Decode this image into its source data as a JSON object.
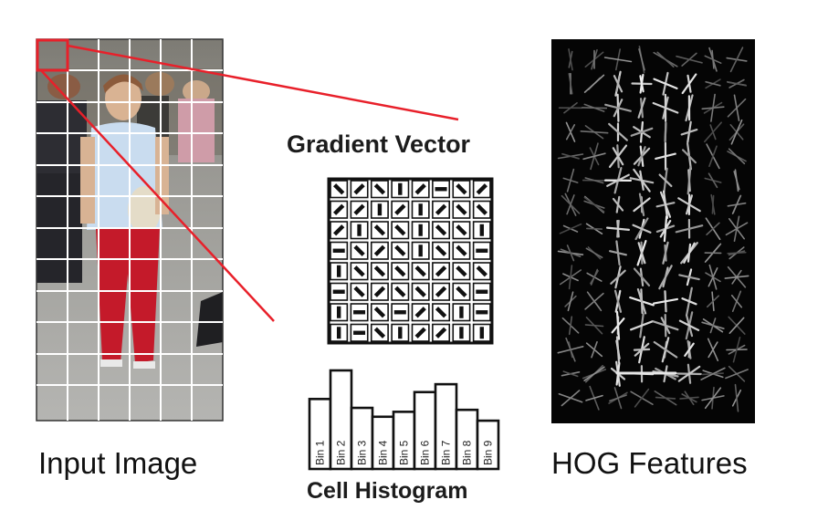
{
  "labels": {
    "input_image": "Input Image",
    "gradient_vector": "Gradient Vector",
    "hog_features": "HOG Features",
    "cell_histogram": "Cell Histogram"
  },
  "histogram": {
    "bins": [
      "Bin 1",
      "Bin 2",
      "Bin 3",
      "Bin 4",
      "Bin 5",
      "Bin 6",
      "Bin 7",
      "Bin 8",
      "Bin 9"
    ],
    "values": [
      0.71,
      1.0,
      0.62,
      0.53,
      0.58,
      0.78,
      0.86,
      0.6,
      0.49
    ]
  },
  "gradient_orientations": [
    [
      45,
      135,
      45,
      90,
      135,
      0,
      45,
      135
    ],
    [
      135,
      135,
      90,
      135,
      90,
      135,
      45,
      45
    ],
    [
      135,
      90,
      45,
      45,
      90,
      45,
      45,
      90
    ],
    [
      0,
      45,
      135,
      45,
      90,
      45,
      45,
      0
    ],
    [
      90,
      45,
      45,
      45,
      45,
      135,
      45,
      45
    ],
    [
      0,
      45,
      135,
      45,
      45,
      135,
      45,
      0
    ],
    [
      90,
      0,
      45,
      0,
      135,
      45,
      90,
      0
    ],
    [
      90,
      0,
      45,
      90,
      135,
      135,
      90,
      90
    ]
  ],
  "colors": {
    "highlight": "#e8202a",
    "hog_background": "#050505",
    "grid_line": "#ffffff"
  }
}
